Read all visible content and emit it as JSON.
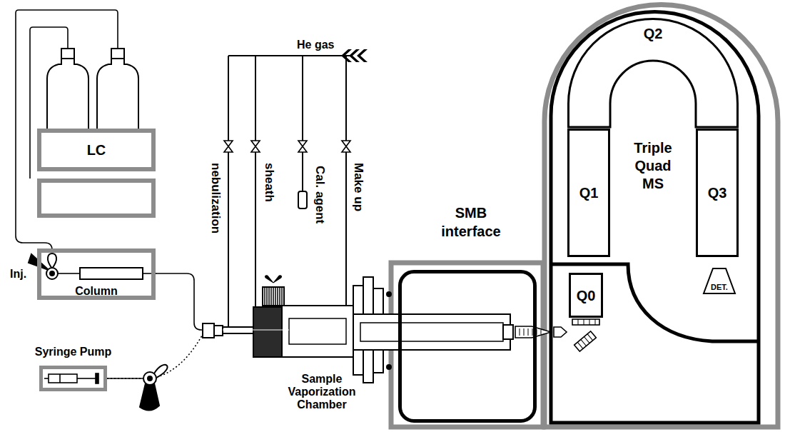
{
  "diagram": {
    "nodes": [
      {
        "text": [
          "LC"
        ]
      },
      {
        "text": [
          "Column"
        ]
      },
      {
        "text": [
          "Syringe Pump"
        ]
      },
      {
        "text": [
          "Sample Vaporization Chamber"
        ]
      },
      {
        "text": [
          "SMB interface"
        ]
      },
      {
        "text": [
          "Triple Quad MS"
        ]
      },
      {
        "text": [
          "Q2"
        ],
        "in": 5
      },
      {
        "text": [
          "Q1"
        ],
        "in": 5
      },
      {
        "text": [
          "Q3"
        ],
        "in": 5
      },
      {
        "text": [
          "Q0"
        ],
        "in": 5
      },
      {
        "text": [
          "DET."
        ],
        "in": 5
      }
    ],
    "edges": [
      {
        "from": 1,
        "to": 3,
        "arrow": "none"
      },
      {
        "from": 2,
        "to": 3,
        "arrow": "none"
      }
    ],
    "labels": [
      "Inj.",
      "He gas",
      "nebulization",
      "sheath",
      "Cal. agent",
      "Make up"
    ]
  }
}
